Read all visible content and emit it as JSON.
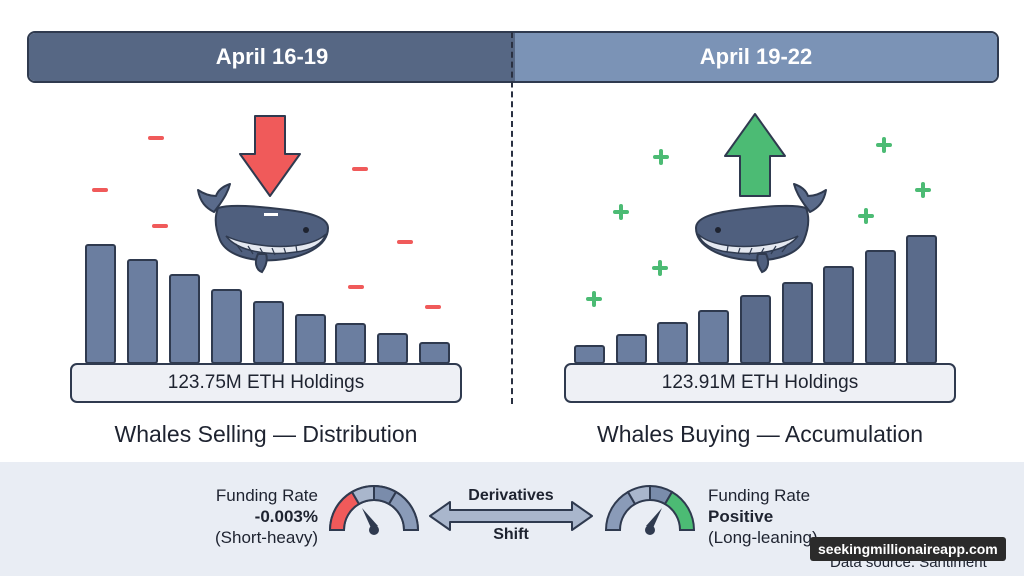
{
  "header": {
    "left_period": "April 16-19",
    "right_period": "April 19-22"
  },
  "left_panel": {
    "holdings": "123.75M ETH Holdings",
    "caption": "Whales Selling — Distribution",
    "trend": "decreasing",
    "arrow": "down",
    "arrow_color": "#f05a5a",
    "symbol_color": "#f05a5a",
    "whale_icon": "whale-icon"
  },
  "right_panel": {
    "holdings": "123.91M ETH Holdings",
    "caption": "Whales Buying — Accumulation",
    "trend": "increasing",
    "arrow": "up",
    "arrow_color": "#4cbb74",
    "symbol_color": "#4cbb74",
    "whale_icon": "whale-icon"
  },
  "funding_left": {
    "title": "Funding Rate",
    "value": "-0.003%",
    "note": "(Short-heavy)",
    "gauge_color": "#f05a5a",
    "gauge_side": "left"
  },
  "funding_right": {
    "title": "Funding Rate",
    "value": "Positive",
    "note": "(Long-leaning)",
    "gauge_color": "#4cbb74",
    "gauge_side": "right"
  },
  "derivatives": {
    "top_label": "Derivatives",
    "bottom_label": "Shift"
  },
  "footer": {
    "watermark": "seekingmillionaireapp.com",
    "source": "Data source: Santiment"
  },
  "colors": {
    "bar_fill": "#6b7ea0",
    "bar_fill_dark": "#5a6b8b",
    "outline": "#2f3a4f"
  }
}
